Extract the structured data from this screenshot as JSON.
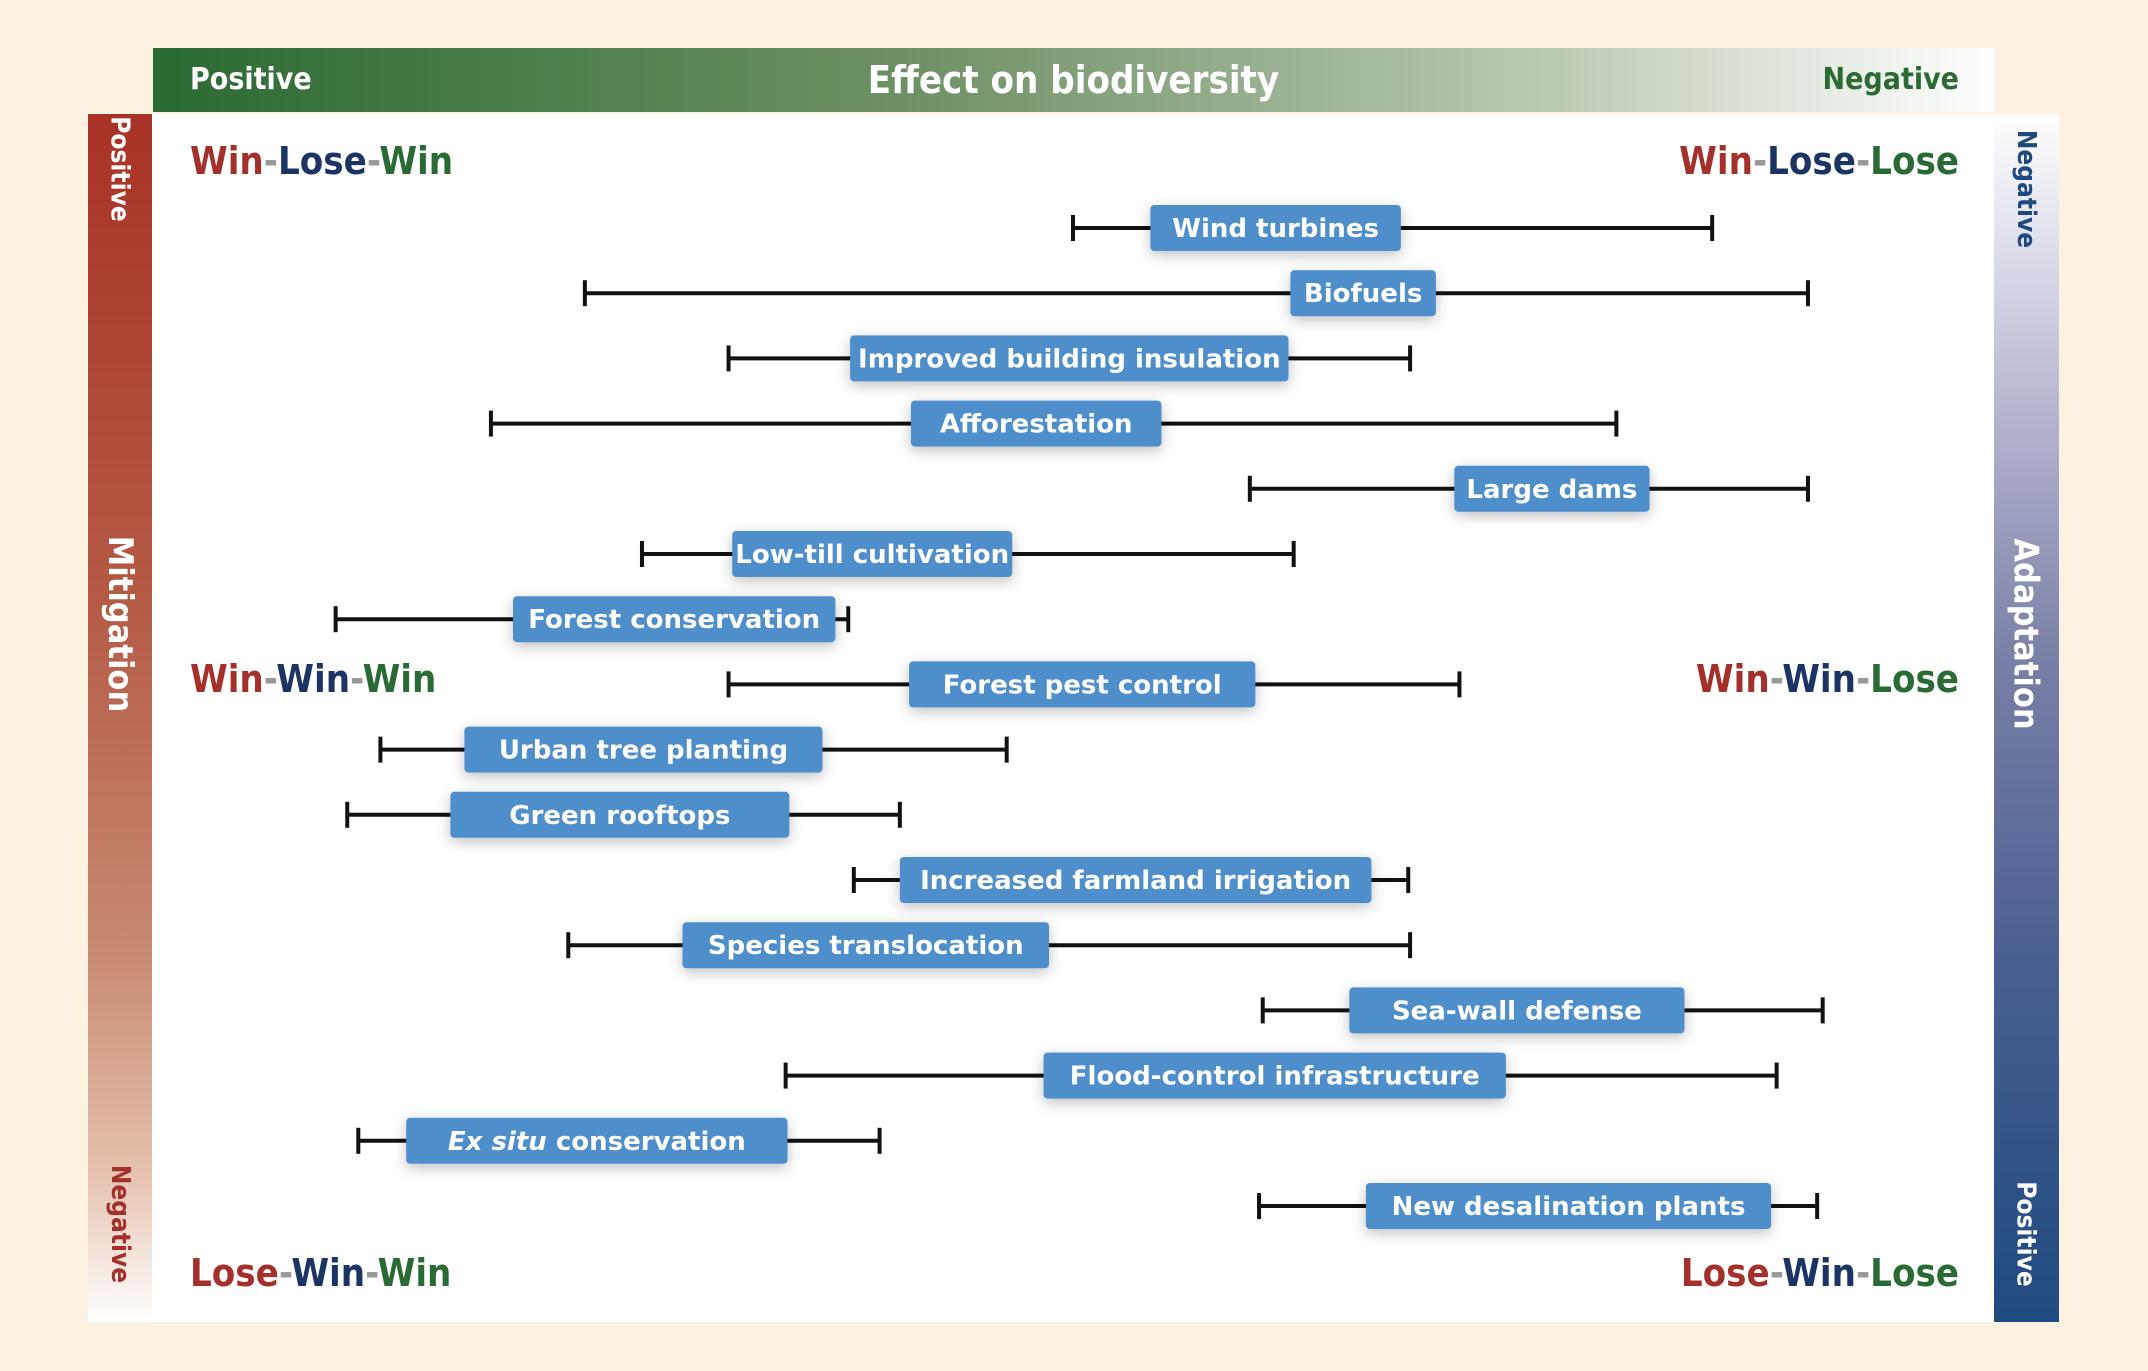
{
  "chart_data": {
    "type": "box-range",
    "title": "Effect on biodiversity",
    "x_axis": {
      "label": "Effect on biodiversity",
      "left_label": "Positive",
      "right_label": "Negative",
      "range": [
        0,
        100
      ],
      "units": "relative effect (0 = most positive, 100 = most negative)"
    },
    "left_axis": {
      "label": "Mitigation",
      "top_label": "Positive",
      "bottom_label": "Negative"
    },
    "right_axis": {
      "label": "Adaptation",
      "top_label": "Negative",
      "bottom_label": "Positive"
    },
    "corner_labels": {
      "top_left": [
        "Win",
        "Lose",
        "Win"
      ],
      "top_right": [
        "Win",
        "Lose",
        "Lose"
      ],
      "middle_left": [
        "Win",
        "Win",
        "Win"
      ],
      "middle_right": [
        "Win",
        "Win",
        "Lose"
      ],
      "bottom_left": [
        "Lose",
        "Win",
        "Win"
      ],
      "bottom_right": [
        "Lose",
        "Win",
        "Lose"
      ]
    },
    "series": [
      {
        "name": "Wind turbines",
        "min": 50.0,
        "q1": 54.2,
        "q3": 67.8,
        "max": 84.7
      },
      {
        "name": "Biofuels",
        "min": 23.5,
        "q1": 61.8,
        "q3": 69.7,
        "max": 89.9
      },
      {
        "name": "Improved building insulation",
        "min": 31.3,
        "q1": 37.9,
        "q3": 61.7,
        "max": 68.3
      },
      {
        "name": "Afforestation",
        "min": 18.4,
        "q1": 41.2,
        "q3": 54.8,
        "max": 79.5
      },
      {
        "name": "Large dams",
        "min": 59.6,
        "q1": 70.7,
        "q3": 81.3,
        "max": 89.9
      },
      {
        "name": "Low-till cultivation",
        "min": 26.6,
        "q1": 31.5,
        "q3": 46.7,
        "max": 61.98
      },
      {
        "name": "Forest conservation",
        "min": 9.97,
        "q1": 19.6,
        "q3": 37.1,
        "max": 37.8
      },
      {
        "name": "Forest pest control",
        "min": 31.3,
        "q1": 41.1,
        "q3": 59.9,
        "max": 70.98
      },
      {
        "name": "Urban tree planting",
        "min": 12.4,
        "q1": 16.96,
        "q3": 36.4,
        "max": 46.4
      },
      {
        "name": "Green rooftops",
        "min": 10.6,
        "q1": 16.2,
        "q3": 34.6,
        "max": 40.6
      },
      {
        "name": "Increased farmland irrigation",
        "min": 38.1,
        "q1": 40.6,
        "q3": 66.2,
        "max": 68.2
      },
      {
        "name": "Species translocation",
        "min": 22.6,
        "q1": 28.8,
        "q3": 48.7,
        "max": 68.3
      },
      {
        "name": "Sea-wall defense",
        "min": 60.3,
        "q1": 65.0,
        "q3": 83.2,
        "max": 90.7
      },
      {
        "name": "Flood-control infrastructure",
        "min": 34.4,
        "q1": 48.4,
        "q3": 73.5,
        "max": 88.2
      },
      {
        "name": "Ex situ conservation",
        "italic_prefix": "Ex situ",
        "label_rest": " conservation",
        "min": 11.2,
        "q1": 13.8,
        "q3": 34.5,
        "max": 39.5
      },
      {
        "name": "New desalination plants",
        "min": 60.1,
        "q1": 65.9,
        "q3": 87.9,
        "max": 90.4
      }
    ],
    "colors": {
      "box": "#4d8ecb",
      "whisker": "#111111",
      "win_red": "#a3302a",
      "navy": "#1b3464",
      "green": "#2a6b35"
    },
    "grid": false
  }
}
